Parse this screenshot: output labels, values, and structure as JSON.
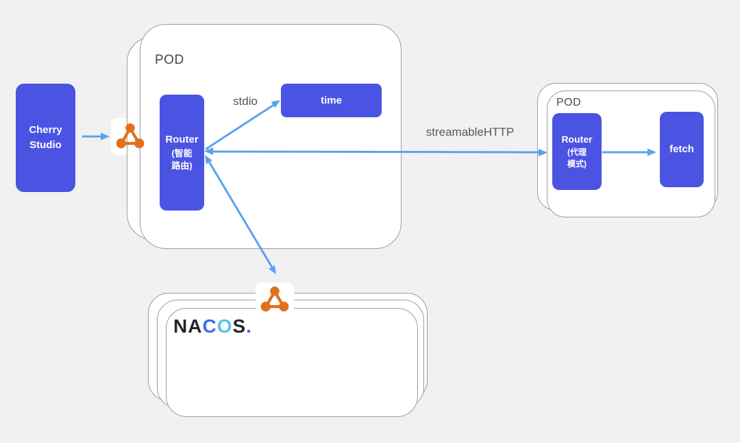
{
  "colors": {
    "background": "#f1f1f2",
    "card_border": "#9c9ca0",
    "box_blue": "#4a53e2",
    "arrow_blue": "#5aa2f0",
    "icon_orange": "#e2701c",
    "label_gray": "#54585c",
    "nacos_dark": "#23252c",
    "nacos_blue": "#3d6cf0",
    "nacos_cyan": "#55c5f0"
  },
  "cherry_studio": {
    "line1": "Cherry",
    "line2": "Studio"
  },
  "pod_left": {
    "label": "POD",
    "router": {
      "title": "Router",
      "sub1": "(智能",
      "sub2": "路由)"
    },
    "time": {
      "label": "time"
    }
  },
  "pod_right": {
    "label": "POD",
    "router": {
      "title": "Router",
      "sub1": "(代理",
      "sub2": "模式)"
    },
    "fetch": {
      "label": "fetch"
    }
  },
  "edges": {
    "stdio_label": "stdio",
    "streamable_label": "streamableHTTP"
  },
  "icons": {
    "gateway": "share-network-icon",
    "nacos": "share-network-icon"
  },
  "nacos": {
    "letters": [
      "N",
      "A",
      "C",
      "O",
      "S",
      "."
    ]
  }
}
